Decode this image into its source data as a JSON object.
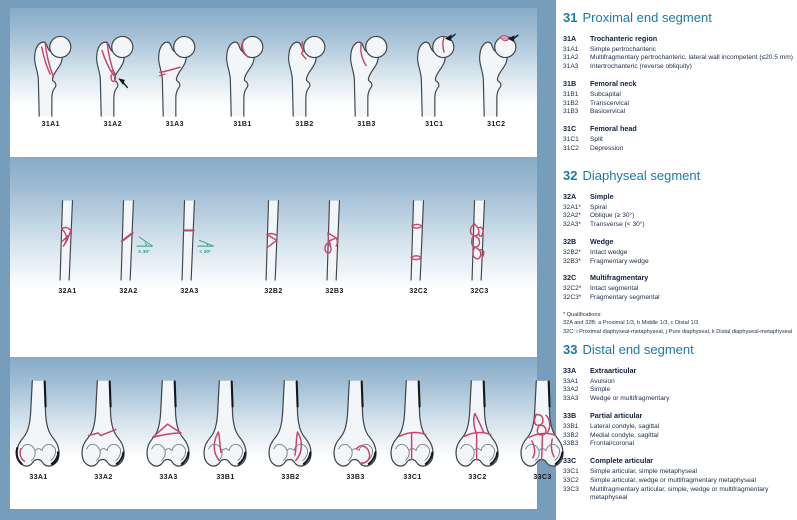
{
  "colors": {
    "frame_blue": "#779dbd",
    "panel_gradient_top": "#87abc7",
    "heading_blue": "#1d7aa8",
    "fracture_pink": "#c84569",
    "angle_green": "#2aa184",
    "text_dark": "#1c2b45"
  },
  "figure_panels": [
    {
      "name": "proximal-end-segment-figures",
      "groups": [
        [
          "31A1",
          "31A2",
          "31A3"
        ],
        [
          "31B1",
          "31B2",
          "31B3"
        ],
        [
          "31C1",
          "31C2"
        ]
      ]
    },
    {
      "name": "diaphyseal-segment-figures",
      "groups": [
        [
          "32A1",
          "32A2",
          "32A3"
        ],
        [
          "32B2",
          "32B3"
        ],
        [
          "32C2",
          "32C3"
        ]
      ],
      "annotations": {
        "32A2": "≥ 30°",
        "32A3": "< 30°"
      }
    },
    {
      "name": "distal-end-segment-figures",
      "groups": [
        [
          "33A1",
          "33A2",
          "33A3"
        ],
        [
          "33B1",
          "33B2",
          "33B3"
        ],
        [
          "33C1",
          "33C2",
          "33C3"
        ]
      ]
    }
  ],
  "sections": [
    {
      "code": "31",
      "title": "Proximal end segment",
      "groups": [
        {
          "code": "31A",
          "title": "Trochanteric region",
          "items": [
            {
              "code": "31A1",
              "text": "Simple pertrochanteric"
            },
            {
              "code": "31A2",
              "text": "Multifragmentary pertrochanteric, lateral wall incompetent (≤20.5 mm)"
            },
            {
              "code": "31A3",
              "text": "Intertrochanteric (reverse obliquity)"
            }
          ]
        },
        {
          "code": "31B",
          "title": "Femoral neck",
          "items": [
            {
              "code": "31B1",
              "text": "Subcapital"
            },
            {
              "code": "31B2",
              "text": "Transcervical"
            },
            {
              "code": "31B3",
              "text": "Basicervical"
            }
          ]
        },
        {
          "code": "31C",
          "title": "Femoral head",
          "items": [
            {
              "code": "31C1",
              "text": "Split"
            },
            {
              "code": "31C2",
              "text": "Depression"
            }
          ]
        }
      ]
    },
    {
      "code": "32",
      "title": "Diaphyseal segment",
      "groups": [
        {
          "code": "32A",
          "title": "Simple",
          "items": [
            {
              "code": "32A1*",
              "text": "Spiral"
            },
            {
              "code": "32A2*",
              "text": "Oblique (≥ 30°)"
            },
            {
              "code": "32A3*",
              "text": "Transverse (< 30°)"
            }
          ]
        },
        {
          "code": "32B",
          "title": "Wedge",
          "items": [
            {
              "code": "32B2*",
              "text": "Intact wedge"
            },
            {
              "code": "32B3*",
              "text": "Fragmentary wedge"
            }
          ]
        },
        {
          "code": "32C",
          "title": "Multifragmentary",
          "items": [
            {
              "code": "32C2*",
              "text": "Intact segmental"
            },
            {
              "code": "32C3*",
              "text": "Fragmentary segmental"
            }
          ]
        }
      ],
      "footnotes": [
        "* Qualifications:",
        "32A and 32B: a Proximal 1/3, b Middle 1/3, c Distal 1/3",
        "32C: i Proximal diaphyseal-metaphyseal, j Pure diaphyseal, k Distal diaphyseal-metaphyseal"
      ]
    },
    {
      "code": "33",
      "title": "Distal end segment",
      "groups": [
        {
          "code": "33A",
          "title": "Extraarticular",
          "items": [
            {
              "code": "33A1",
              "text": "Avulsion"
            },
            {
              "code": "33A2",
              "text": "Simple"
            },
            {
              "code": "33A3",
              "text": "Wedge or multifragmentary"
            }
          ]
        },
        {
          "code": "33B",
          "title": "Partial articular",
          "items": [
            {
              "code": "33B1",
              "text": "Lateral condyle, sagittal"
            },
            {
              "code": "33B2",
              "text": "Medial condyle, sagittal"
            },
            {
              "code": "33B3",
              "text": "Frontal/coronal"
            }
          ]
        },
        {
          "code": "33C",
          "title": "Complete articular",
          "items": [
            {
              "code": "33C1",
              "text": "Simple articular, simple metaphyseal"
            },
            {
              "code": "33C2",
              "text": "Simple articular, wedge or multifragmentary metaphyseal"
            },
            {
              "code": "33C3",
              "text": "Multifragmentary articular, simple, wedge or multifragmentary metaphyseal"
            }
          ]
        }
      ]
    }
  ]
}
